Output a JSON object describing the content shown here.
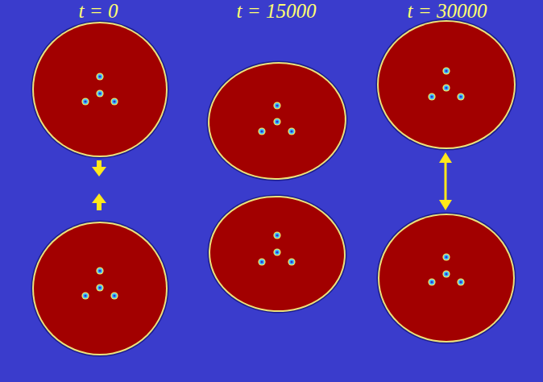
{
  "diagram": {
    "labels": [
      "t = 0",
      "t = 15000",
      "t = 30000"
    ]
  }
}
